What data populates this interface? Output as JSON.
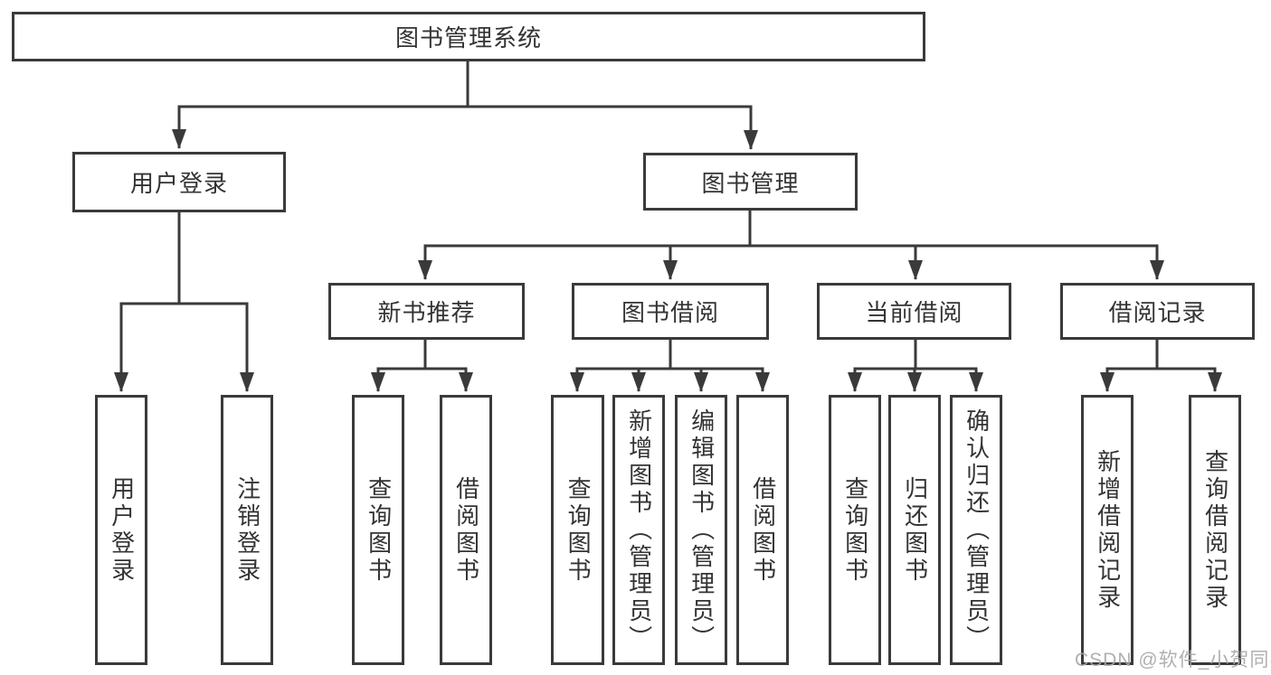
{
  "diagram": {
    "type": "hierarchy-tree",
    "colors": {
      "line": "#3a3a3a",
      "box_border": "#3a3a3a",
      "box_fill": "#ffffff",
      "text": "#333333",
      "watermark_text_color": "#a8a8a8",
      "background": "#ffffff"
    },
    "root": {
      "label": "图书管理系统"
    },
    "level2": [
      {
        "label": "用户登录"
      },
      {
        "label": "图书管理"
      }
    ],
    "level3": [
      {
        "label": "新书推荐",
        "parent": "图书管理"
      },
      {
        "label": "图书借阅",
        "parent": "图书管理"
      },
      {
        "label": "当前借阅",
        "parent": "图书管理"
      },
      {
        "label": "借阅记录",
        "parent": "图书管理"
      }
    ],
    "leaves": [
      {
        "label": "用户登录",
        "parent": "用户登录"
      },
      {
        "label": "注销登录",
        "parent": "用户登录"
      },
      {
        "label": "查询图书",
        "parent": "新书推荐"
      },
      {
        "label": "借阅图书",
        "parent": "新书推荐"
      },
      {
        "label": "查询图书",
        "parent": "图书借阅"
      },
      {
        "label": "新增图书（管理员）",
        "parent": "图书借阅"
      },
      {
        "label": "编辑图书（管理员）",
        "parent": "图书借阅"
      },
      {
        "label": "借阅图书",
        "parent": "图书借阅"
      },
      {
        "label": "查询图书",
        "parent": "当前借阅"
      },
      {
        "label": "归还图书",
        "parent": "当前借阅"
      },
      {
        "label": "确认归还（管理员）",
        "parent": "当前借阅"
      },
      {
        "label": "新增借阅记录",
        "parent": "借阅记录"
      },
      {
        "label": "查询借阅记录",
        "parent": "借阅记录"
      }
    ],
    "watermark": "CSDN @软件_小贺同学"
  }
}
